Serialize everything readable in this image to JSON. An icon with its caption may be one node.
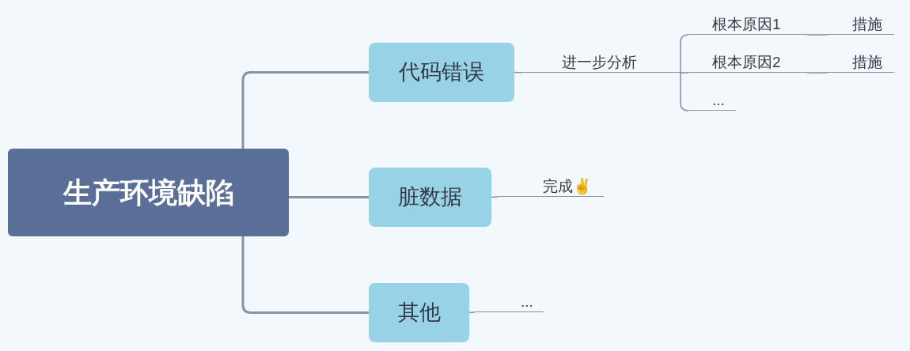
{
  "diagram": {
    "nodes": [
      {
        "text": [
          "生产环境缺陷"
        ]
      },
      {
        "text": [
          "代码错误"
        ]
      },
      {
        "text": [
          "脏数据"
        ]
      },
      {
        "text": [
          "其他"
        ]
      },
      {
        "text": [
          "进一步分析"
        ]
      },
      {
        "text": [
          "根本原因1"
        ]
      },
      {
        "text": [
          "根本原因2"
        ]
      },
      {
        "text": [
          "..."
        ]
      },
      {
        "text": [
          "措施"
        ]
      },
      {
        "text": [
          "措施"
        ]
      },
      {
        "text": [
          "完成✌"
        ]
      },
      {
        "text": [
          "..."
        ]
      }
    ],
    "edges": [
      {
        "from": 0,
        "to": 1,
        "arrow": "none"
      },
      {
        "from": 0,
        "to": 2,
        "arrow": "none"
      },
      {
        "from": 0,
        "to": 3,
        "arrow": "none"
      },
      {
        "from": 1,
        "to": 4,
        "arrow": "none"
      },
      {
        "from": 4,
        "to": 5,
        "arrow": "none"
      },
      {
        "from": 4,
        "to": 6,
        "arrow": "none"
      },
      {
        "from": 4,
        "to": 7,
        "arrow": "none"
      },
      {
        "from": 5,
        "to": 8,
        "arrow": "none"
      },
      {
        "from": 6,
        "to": 9,
        "arrow": "none"
      },
      {
        "from": 2,
        "to": 10,
        "arrow": "none"
      },
      {
        "from": 3,
        "to": 11,
        "arrow": "none"
      }
    ]
  }
}
